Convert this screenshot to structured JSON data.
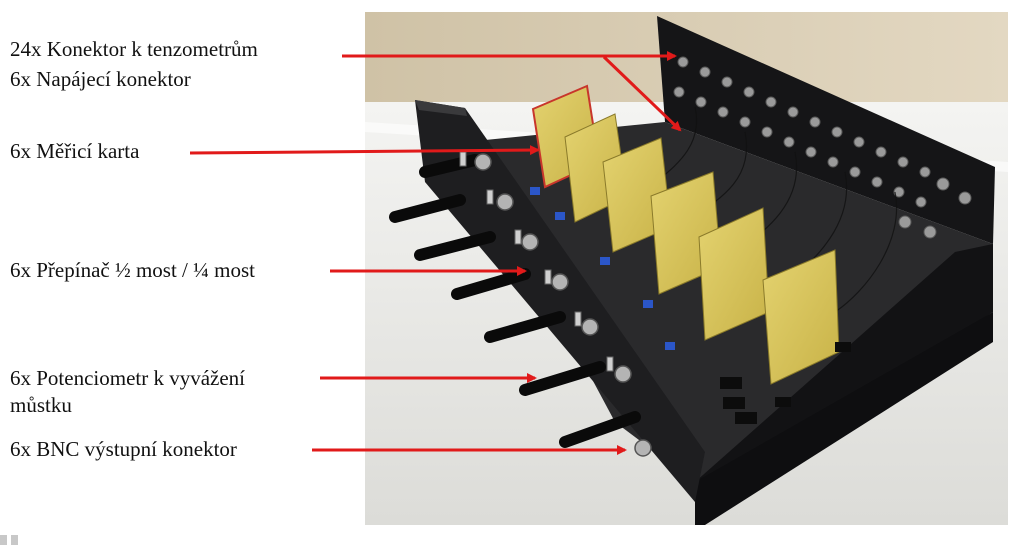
{
  "labels": {
    "strain_gauge_connectors": "24x Konektor k tenzometrům",
    "power_connectors": "6x Napájecí konektor",
    "measuring_cards": "6x Měřicí karta",
    "bridge_switches": "6x Přepínač ½ most / ¼ most",
    "potentiometer_line1": "6x Potenciometr k vyvážení",
    "potentiometer_line2": "můstku",
    "bnc_connectors": "6x BNC výstupní konektor"
  },
  "colors": {
    "arrow": "#e11a1a",
    "wall_background": "#d8cdb4",
    "table_surface": "#efefec",
    "enclosure": "#1c1c1e",
    "pcb": "#d9c45a"
  }
}
